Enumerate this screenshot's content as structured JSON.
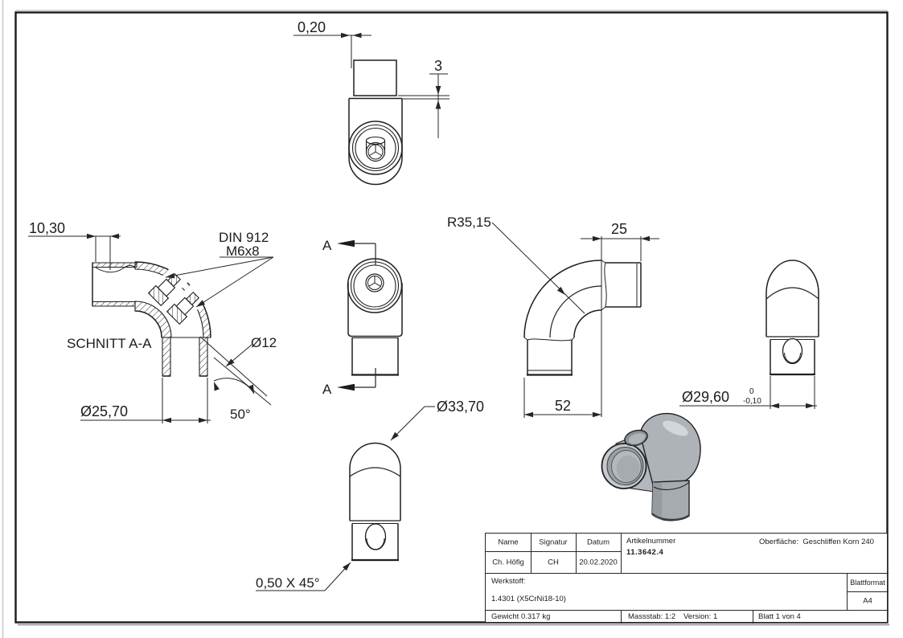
{
  "colors": {
    "line": "#1f1f23",
    "frame": "#1a1a1e",
    "render_base": "#aeb3b8",
    "render_dark": "#8b9196",
    "render_light": "#d3d7da"
  },
  "views": {
    "top_view": {
      "offset_dim": "0,20",
      "step_dim": "3"
    },
    "section_view": {
      "label": "SCHNITT A-A",
      "socket_dim": "10,30",
      "screw_note_line1": "DIN 912",
      "screw_note_line2": "M6x8",
      "drill_dim": "Ø12",
      "diameter_dim": "Ø25,70",
      "angle_dim": "50°"
    },
    "front_view": {
      "cut_marker_top": "A",
      "cut_marker_bottom": "A"
    },
    "side_view": {
      "diameter_dim": "Ø33,70",
      "chamfer_dim": "0,50 X 45°"
    },
    "elbow_view": {
      "radius_dim": "R35,15",
      "stub_dim": "25",
      "length_dim": "52"
    },
    "end_view": {
      "diameter_dim": "Ø29,60",
      "tolerance_upper": "0",
      "tolerance_lower": "-0,10"
    }
  },
  "title_block": {
    "headers": {
      "name": "Name",
      "signature": "Signatur",
      "date": "Datum"
    },
    "values": {
      "name": "Ch. Höfig",
      "signature": "CH",
      "date": "20.02.2020"
    },
    "article": {
      "label": "Artikelnummer",
      "number": "11.3642.4"
    },
    "surface": {
      "label": "Oberfläche:",
      "value": "Geschliffen Korn 240"
    },
    "material": {
      "label": "Werkstoff:",
      "value": "1.4301 (X5CrNi18-10)"
    },
    "sheet_format": {
      "label": "Blattformat",
      "value": "A4"
    },
    "weight": "Gewicht 0.317 kg",
    "scale": "Massstab: 1:2",
    "version": "Version: 1",
    "sheet": "Blatt 1 von 4"
  }
}
